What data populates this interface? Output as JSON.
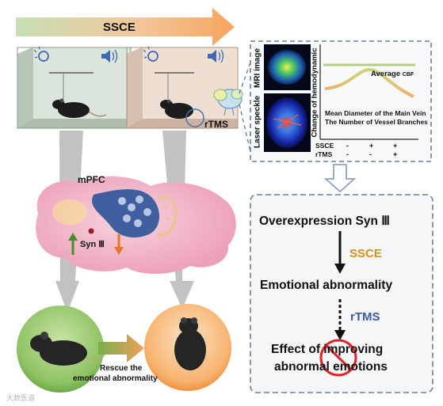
{
  "banner": {
    "label": "SSCE"
  },
  "brain": {
    "region_label": "mPFC",
    "protein_label": "Syn Ⅲ"
  },
  "stimulation": {
    "label": "rTMS"
  },
  "imaging": {
    "mri_label": "MRI image",
    "laser_label": "Laser speckle",
    "axis_label": "Change of hemodynamic",
    "curve_label": "Average",
    "curve_label_sub": "CBF",
    "note_line1": "Mean Diameter of the Main Vein",
    "note_line2": "The Number of Vessel Branches",
    "rows": [
      {
        "name": "SSCE",
        "marks": [
          "-",
          "+",
          "+"
        ]
      },
      {
        "name": "rTMS",
        "marks": [
          "-",
          "-",
          "+"
        ]
      }
    ]
  },
  "flow": {
    "step1": "Overexpression Syn Ⅲ",
    "arrow1_label": "SSCE",
    "step2": "Emotional abnormality",
    "arrow2_label": "rTMS",
    "step3_line1": "Effect of improving",
    "step3_line2": "abnormal emotions"
  },
  "rescue": {
    "line1": "Rescue the",
    "line2": "emotional abnormality"
  },
  "watermark": "大数医谱",
  "colors": {
    "banner_start": "#c5ddb0",
    "banner_end": "#f6a55d",
    "box_left": "#cfd9cf",
    "box_right": "#e9d6c8",
    "brain": "#f3c3d1",
    "green_circle": "#5e9e3d",
    "orange_circle": "#f08c3a",
    "arrow_up": "#4a8a2c",
    "arrow_down": "#e0782a",
    "panel_border": "#6b8096",
    "text_dark": "#111111",
    "ssce_text": "#d8901b",
    "rtms_text": "#3f58a3",
    "forbidden": "#e1232a"
  }
}
